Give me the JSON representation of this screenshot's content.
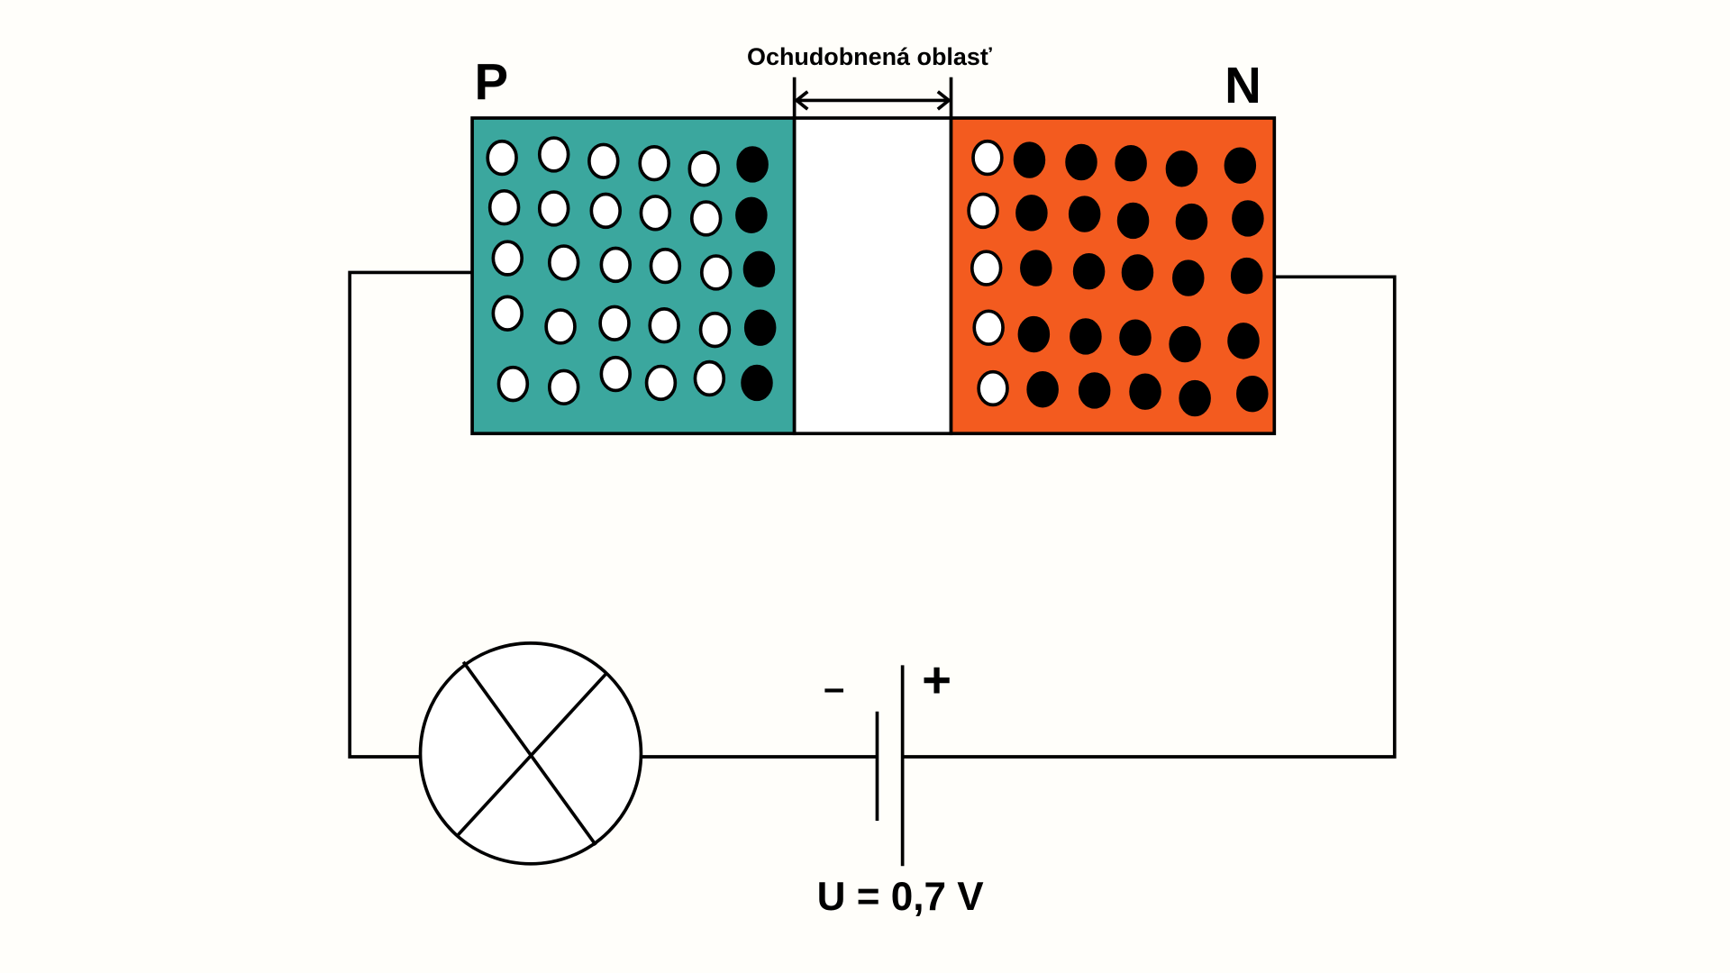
{
  "diagram": {
    "p_label": "P",
    "n_label": "N",
    "depletion_label": "Ochudobnená oblasť",
    "battery_minus": "–",
    "battery_plus": "+",
    "voltage_label": "U = 0,7 V"
  },
  "colors": {
    "p_region": "#3ba79e",
    "n_region": "#f35b1f",
    "depletion": "#ffffff",
    "hole": "#ffffff",
    "electron": "#000000"
  }
}
